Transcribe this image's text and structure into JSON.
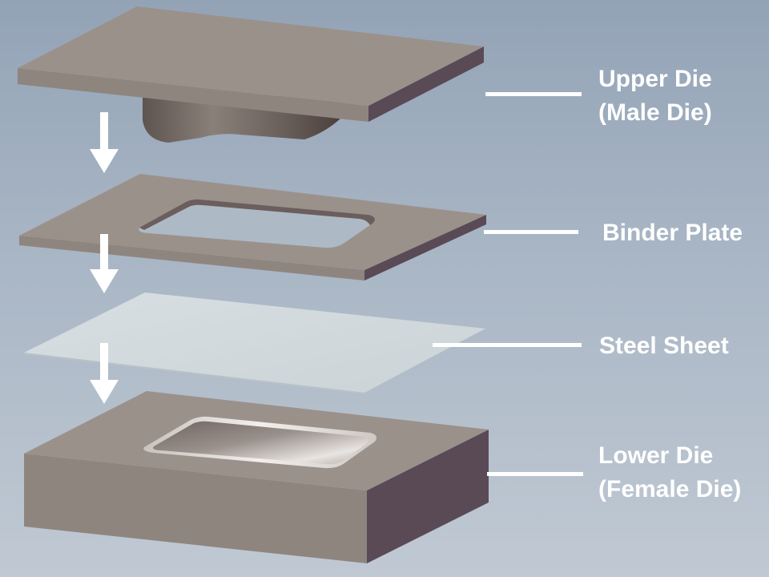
{
  "labels": {
    "upper_die": {
      "line1": "Upper Die",
      "line2": "(Male Die)"
    },
    "binder_plate": {
      "line1": "Binder Plate"
    },
    "steel_sheet": {
      "line1": "Steel Sheet"
    },
    "lower_die": {
      "line1": "Lower Die",
      "line2": "(Female Die)"
    }
  },
  "colors": {
    "die_top": "#9b918b",
    "die_front": "#8f857f",
    "die_side": "#5a4a56",
    "sheet": "#d6dde0",
    "arrow": "#ffffff",
    "leader_line": "#ffffff"
  }
}
